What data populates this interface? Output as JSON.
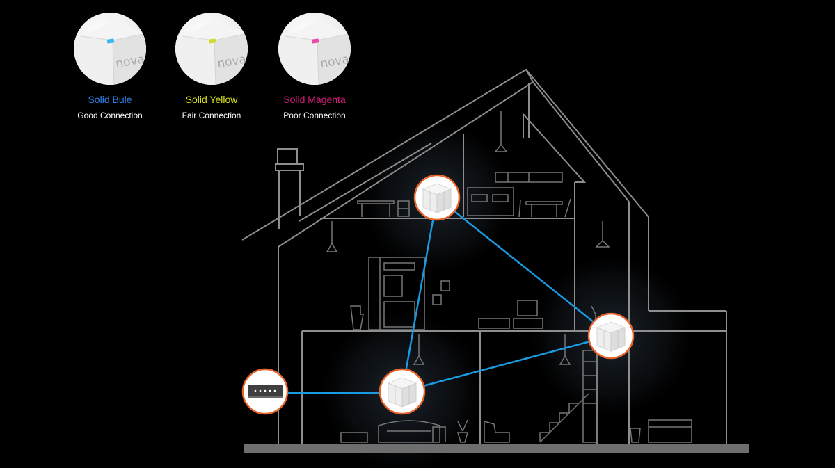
{
  "brand": "nova",
  "legend": [
    {
      "color_label": "Solid Bule",
      "status_label": "Good Connection",
      "led_color": "#39b7f2",
      "text_color": "#2f7fe8"
    },
    {
      "color_label": "Solid Yellow",
      "status_label": "Fair Connection",
      "led_color": "#d2d930",
      "text_color": "#d7df1f"
    },
    {
      "color_label": "Solid Magenta",
      "status_label": "Poor Connection",
      "led_color": "#ee46a6",
      "text_color": "#d61c7a"
    }
  ],
  "colors": {
    "link": "#1a9ae0",
    "node_ring": "#e8642a",
    "house_line": "#8e8e8e",
    "ground": "#6e6e6e"
  },
  "icons": {
    "mesh_node": "mesh-node-icon",
    "modem": "modem-icon"
  }
}
